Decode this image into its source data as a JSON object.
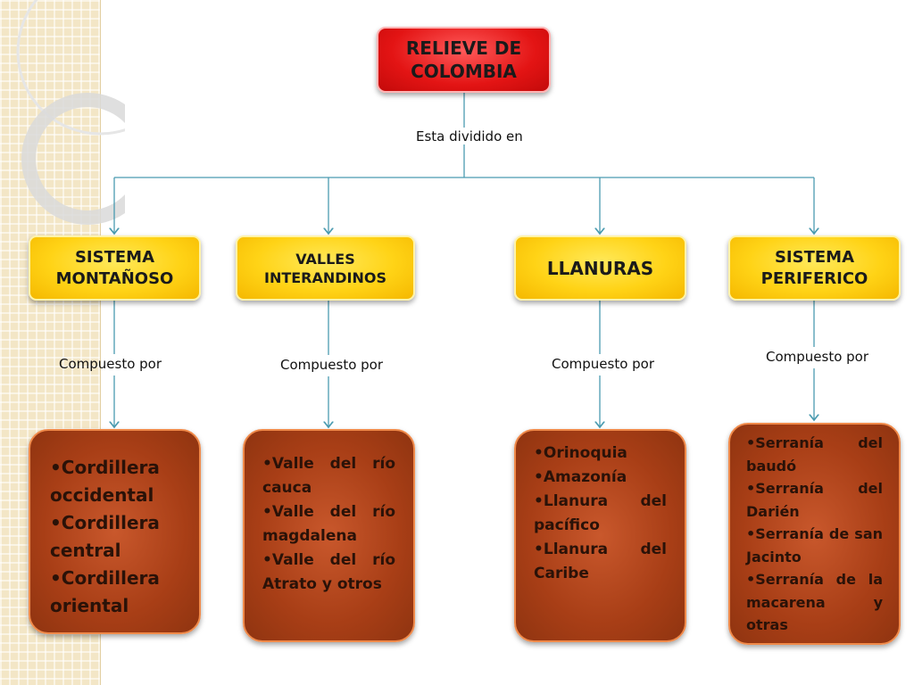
{
  "root": {
    "line1": "RELIEVE DE",
    "line2": "COLOMBIA"
  },
  "root_connector_label": "Esta dividido en",
  "categories": [
    {
      "line1": "SISTEMA",
      "line2": "MONTAÑOSO",
      "connector_label": "Compuesto por",
      "items": [
        "Cordillera occidental",
        "Cordillera central",
        "Cordillera oriental"
      ]
    },
    {
      "line1": "VALLES",
      "line2": "INTERANDINOS",
      "connector_label": "Compuesto por",
      "items": [
        "Valle del río cauca",
        "Valle del río magdalena",
        "Valle del río Atrato y otros"
      ]
    },
    {
      "line1": "LLANURAS",
      "line2": "",
      "connector_label": "Compuesto por",
      "items": [
        "Orinoquia",
        "Amazonía",
        "Llanura del pacífico",
        "Llanura del Caribe"
      ]
    },
    {
      "line1": "SISTEMA",
      "line2": "PERIFERICO",
      "connector_label": "Compuesto por",
      "items": [
        "Serranía del baudó",
        "Serranía del Darién",
        "Serranía de san Jacinto",
        "Serranía de la macarena y otras"
      ]
    }
  ],
  "colors": {
    "root_fill": "#e31414",
    "category_fill": "#ffd316",
    "detail_fill": "#a83e16",
    "connector": "#4a9bb0"
  }
}
